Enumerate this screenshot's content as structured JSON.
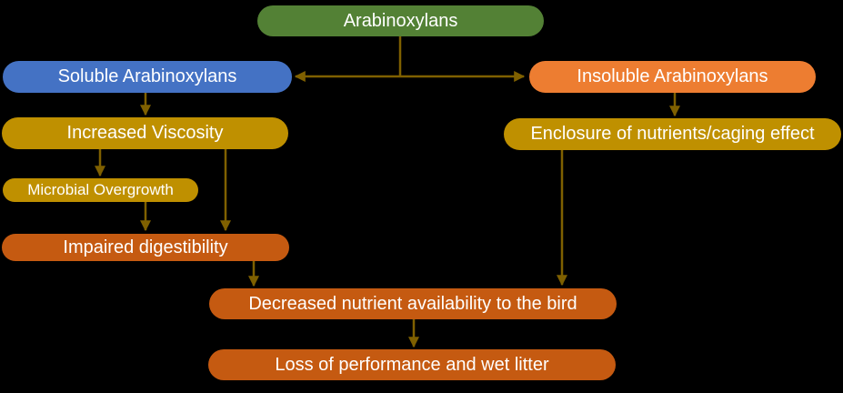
{
  "diagram": {
    "nodes": [
      {
        "id": "arabinoxylans",
        "label": "Arabinoxylans",
        "color": "#538135"
      },
      {
        "id": "soluble-arabinoxylans",
        "label": "Soluble Arabinoxylans",
        "color": "#4472C4"
      },
      {
        "id": "insoluble-arabinoxylans",
        "label": "Insoluble Arabinoxylans",
        "color": "#ED7D31"
      },
      {
        "id": "increased-viscosity",
        "label": "Increased Viscosity",
        "color": "#BF9000"
      },
      {
        "id": "enclosure-of-nutrients",
        "label": "Enclosure of nutrients/caging effect",
        "color": "#BF9000"
      },
      {
        "id": "microbial-overgrowth",
        "label": "Microbial Overgrowth",
        "color": "#BF9000"
      },
      {
        "id": "impaired-digestibility",
        "label": "Impaired digestibility",
        "color": "#C55A11"
      },
      {
        "id": "decreased-availability",
        "label": "Decreased nutrient availability to the bird",
        "color": "#C55A11"
      },
      {
        "id": "loss-performance",
        "label": "Loss of performance and wet litter",
        "color": "#C55A11"
      }
    ],
    "edges": [
      {
        "from": "arabinoxylans",
        "to": "soluble-arabinoxylans"
      },
      {
        "from": "arabinoxylans",
        "to": "insoluble-arabinoxylans"
      },
      {
        "from": "soluble-arabinoxylans",
        "to": "increased-viscosity"
      },
      {
        "from": "insoluble-arabinoxylans",
        "to": "enclosure-of-nutrients"
      },
      {
        "from": "increased-viscosity",
        "to": "microbial-overgrowth"
      },
      {
        "from": "increased-viscosity",
        "to": "impaired-digestibility"
      },
      {
        "from": "microbial-overgrowth",
        "to": "impaired-digestibility"
      },
      {
        "from": "impaired-digestibility",
        "to": "decreased-availability"
      },
      {
        "from": "enclosure-of-nutrients",
        "to": "decreased-availability"
      },
      {
        "from": "decreased-availability",
        "to": "loss-performance"
      }
    ],
    "colors": {
      "background": "#000000",
      "connector": "#7F6000",
      "text": "#FFFFFF"
    }
  }
}
